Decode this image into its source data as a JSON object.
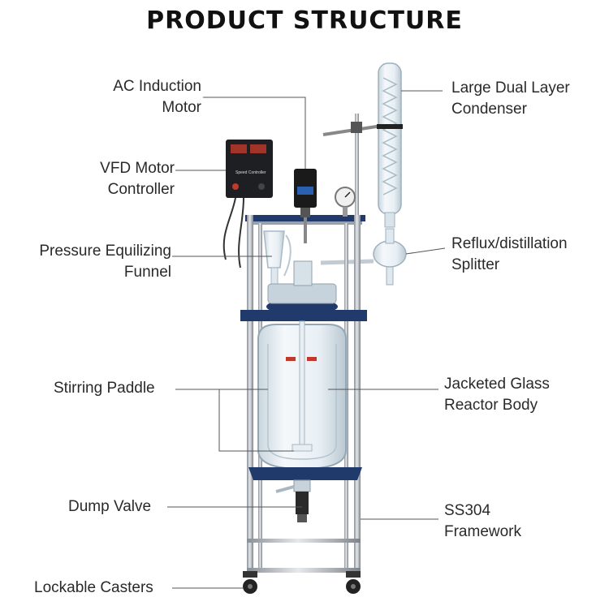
{
  "title": "PRODUCT STRUCTURE",
  "labels": {
    "ac_motor": [
      "AC Induction",
      "Motor"
    ],
    "vfd": [
      "VFD Motor",
      "Controller"
    ],
    "funnel": [
      "Pressure Equilizing",
      "Funnel"
    ],
    "paddle": [
      "Stirring Paddle"
    ],
    "dump_valve": [
      "Dump Valve"
    ],
    "casters": [
      "Lockable Casters"
    ],
    "condenser": [
      "Large Dual Layer",
      "Condenser"
    ],
    "splitter": [
      "Reflux/distillation",
      "Splitter"
    ],
    "reactor_body": [
      "Jacketed Glass",
      "Reactor Body"
    ],
    "framework": [
      "SS304",
      "Framework"
    ]
  },
  "controller_panel_text": "Speed Controller",
  "colors": {
    "frame": "#b8bcc2",
    "frame_dark": "#7d838a",
    "bracket": "#1f3a6b",
    "glass": "#dfe9f0",
    "leader": "#555555"
  }
}
